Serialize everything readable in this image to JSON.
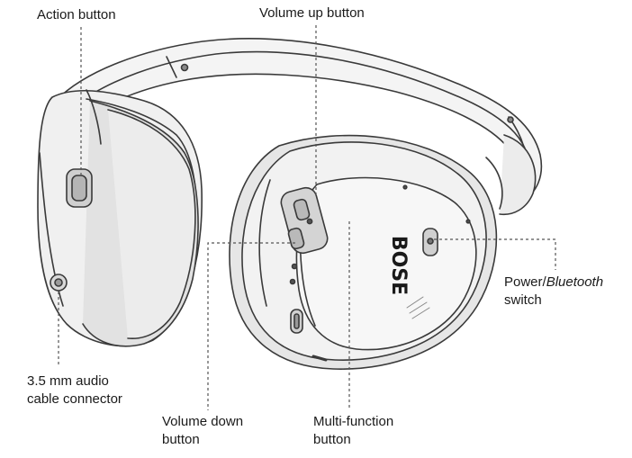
{
  "callouts": {
    "action_button": "Action button",
    "volume_up_button": "Volume up button",
    "power_switch_prefix": "Power/",
    "power_switch_italic": "Bluetooth",
    "power_switch_line2": "switch",
    "audio_connector_line1": "3.5 mm audio",
    "audio_connector_line2": "cable connector",
    "volume_down_line1": "Volume down",
    "volume_down_line2": "button",
    "multi_function_line1": "Multi-function",
    "multi_function_line2": "button"
  },
  "logo_text": "BOSE",
  "colors": {
    "outline": "#3a3a3a",
    "fill_light": "#f4f4f4",
    "fill_mid": "#e2e2e2",
    "fill_dark": "#cfcfcf",
    "leader_line": "#555555",
    "text": "#1a1a1a"
  }
}
